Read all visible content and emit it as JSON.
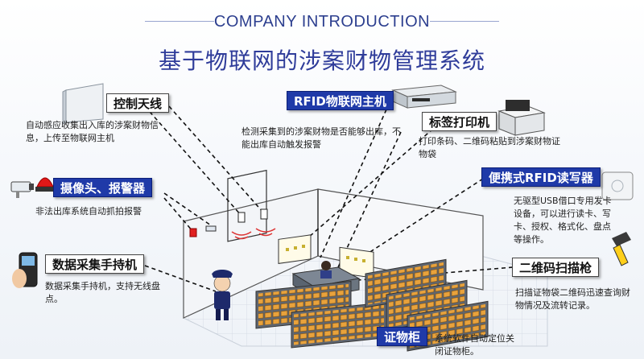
{
  "header": {
    "title_en": "COMPANY INTRODUCTION",
    "title_cn": "基于物联网的涉案财物管理系统"
  },
  "callouts": {
    "control_antenna": {
      "label": "控制天线",
      "desc": "自动感应收集出入库的涉案财物信息，上传至物联网主机"
    },
    "rfid_host": {
      "label": "RFID物联网主机",
      "desc": "检测采集到的涉案财物是否能够出库，不能出库自动触发报警"
    },
    "label_printer": {
      "label": "标签打印机",
      "desc": "打印条码、二维码粘贴到涉案财物证物袋"
    },
    "camera_alarm": {
      "label": "摄像头、报警器",
      "desc": "非法出库系统自动抓拍报警"
    },
    "portable_rfid_reader": {
      "label": "便携式RFID读写器",
      "desc": "无驱型USB借口专用发卡设备，可以进行读卡、写卡、授权、格式化、盘点等操作。"
    },
    "handheld_terminal": {
      "label": "数据采集手持机",
      "desc": "数据采集手持机，支持无线盘点。"
    },
    "qr_scanner": {
      "label": "二维码扫描枪",
      "desc": "扫描证物袋二维码迅速查询财物情况及流转记录。"
    },
    "evidence_cabinet": {
      "label": "证物柜",
      "desc": "系统软件自动定位关闭证物柜。"
    }
  },
  "colors": {
    "title_blue": "#2f3c9a",
    "label_blue": "#1f3aa8",
    "cabinet_orange": "#e8a23c"
  }
}
